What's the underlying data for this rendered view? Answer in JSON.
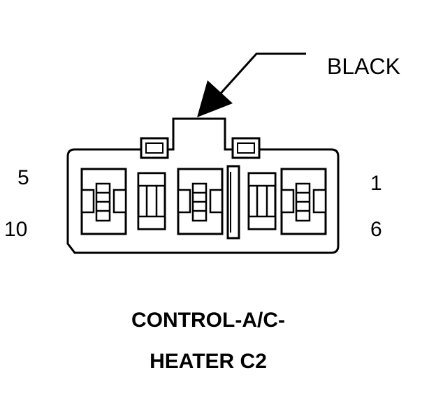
{
  "wire_color_label": "BLACK",
  "pin_labels": {
    "top_left": "5",
    "bottom_left": "10",
    "top_right": "1",
    "bottom_right": "6"
  },
  "title": {
    "line1": "CONTROL-A/C-",
    "line2": "HEATER C2"
  }
}
